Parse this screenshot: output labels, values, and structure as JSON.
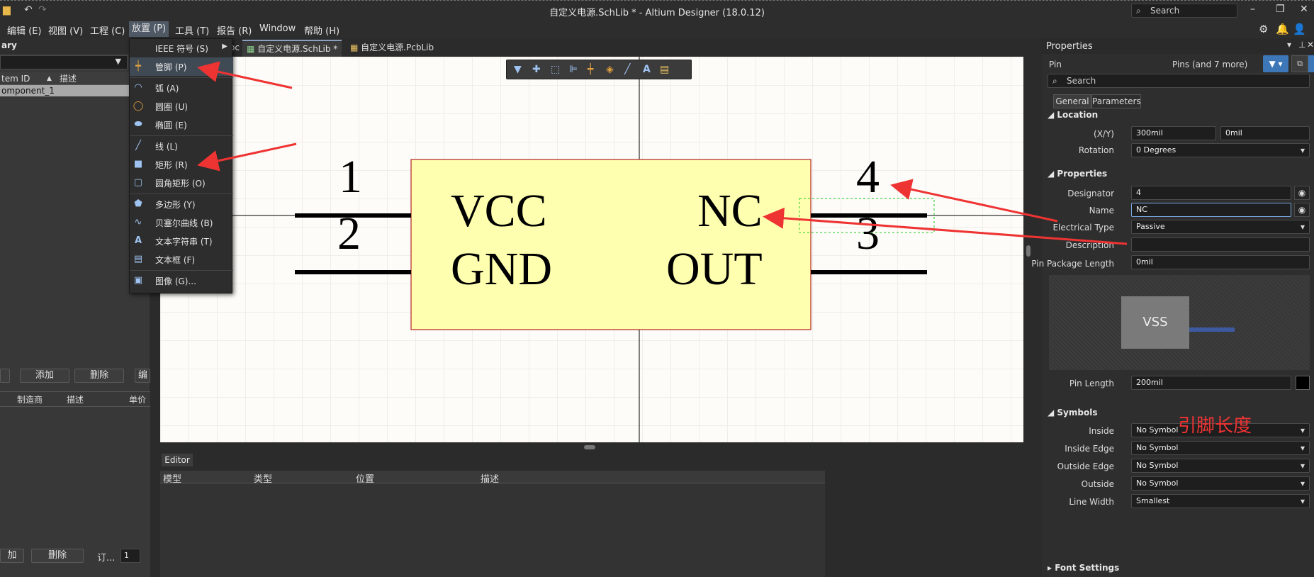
{
  "window": {
    "title": "自定义电源.SchLib * - Altium Designer (18.0.12)",
    "search_placeholder": "Search"
  },
  "menubar": {
    "items": [
      "编辑 (E)",
      "视图 (V)",
      "工程 (C)",
      "放置 (P)",
      "工具 (T)",
      "报告 (R)",
      "Window",
      "帮助 (H)"
    ],
    "active_index": 3
  },
  "place_menu": {
    "items": [
      {
        "label": "IEEE 符号 (S)",
        "icon": "ieee-symbol-icon",
        "submenu": true
      },
      {
        "label": "管脚 (P)",
        "icon": "pin-icon"
      },
      {
        "label": "弧 (A)",
        "icon": "arc-icon"
      },
      {
        "label": "圆圈 (U)",
        "icon": "circle-icon"
      },
      {
        "label": "椭圆 (E)",
        "icon": "ellipse-icon"
      },
      {
        "label": "线 (L)",
        "icon": "line-icon"
      },
      {
        "label": "矩形 (R)",
        "icon": "rectangle-icon"
      },
      {
        "label": "圆角矩形 (O)",
        "icon": "round-rectangle-icon"
      },
      {
        "label": "多边形 (Y)",
        "icon": "polygon-icon"
      },
      {
        "label": "贝塞尔曲线 (B)",
        "icon": "bezier-icon"
      },
      {
        "label": "文本字符串 (T)",
        "icon": "text-string-icon"
      },
      {
        "label": "文本框 (F)",
        "icon": "text-frame-icon"
      },
      {
        "label": "图像 (G)...",
        "icon": "image-icon"
      }
    ]
  },
  "left_panel": {
    "title": "ary",
    "columns": [
      "tem ID",
      "描述"
    ],
    "selected_row": "omponent_1",
    "buttons": [
      "添加",
      "删除",
      "编辑"
    ],
    "lower_columns": [
      "制造商",
      "描述",
      "单价"
    ],
    "lower_buttons": [
      "加",
      "删除"
    ],
    "order_label": "订...",
    "order_value": "1"
  },
  "doc_tabs": [
    {
      "label": "oc",
      "active": false
    },
    {
      "label": "自定义电源.SchLib *",
      "active": true
    },
    {
      "label": "自定义电源.PcbLib",
      "active": false
    }
  ],
  "schematic": {
    "pins_left": [
      {
        "number": "1",
        "name": "VCC"
      },
      {
        "number": "2",
        "name": "GND"
      }
    ],
    "pins_right": [
      {
        "number": "4",
        "name": "NC"
      },
      {
        "number": "3",
        "name": "OUT"
      }
    ],
    "body_color": "#ffffb0",
    "body_border": "#b22222"
  },
  "editor_panel": {
    "tab": "Editor",
    "columns": [
      "模型",
      "类型",
      "位置",
      "描述"
    ]
  },
  "properties": {
    "title": "Properties",
    "object_type": "Pin",
    "filter_text": "Pins (and 7 more)",
    "search_placeholder": "Search",
    "tabs": [
      "General",
      "Parameters"
    ],
    "location": {
      "section": "Location",
      "xy_label": "(X/Y)",
      "x": "300mil",
      "y": "0mil",
      "rotation_label": "Rotation",
      "rotation": "0 Degrees"
    },
    "props": {
      "section": "Properties",
      "designator_label": "Designator",
      "designator": "4",
      "name_label": "Name",
      "name": "NC",
      "electrical_type_label": "Electrical Type",
      "electrical_type": "Passive",
      "description_label": "Description",
      "description": "",
      "pin_package_length_label": "Pin Package Length",
      "pin_package_length": "0mil",
      "preview_text": "VSS",
      "pin_length_label": "Pin Length",
      "pin_length": "200mil"
    },
    "symbols": {
      "section": "Symbols",
      "inside_label": "Inside",
      "inside": "No Symbol",
      "inside_edge_label": "Inside Edge",
      "inside_edge": "No Symbol",
      "outside_edge_label": "Outside Edge",
      "outside_edge": "No Symbol",
      "outside_label": "Outside",
      "outside": "No Symbol",
      "line_width_label": "Line Width",
      "line_width": "Smallest"
    },
    "font_settings": "Font Settings"
  },
  "annotation": "引脚长度"
}
